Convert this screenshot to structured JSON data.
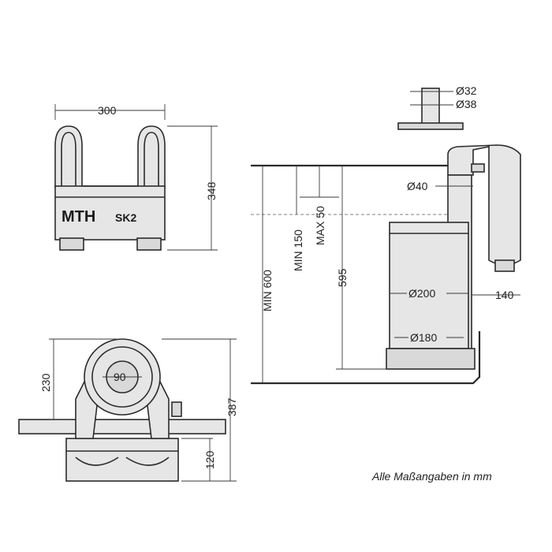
{
  "brand": {
    "name": "MTH",
    "model": "SK2"
  },
  "dimensions": {
    "width_top": "300",
    "height_top": "348",
    "front_height_upper": "230",
    "front_height_total": "387",
    "front_height_lower": "120",
    "roller_diameter": "90",
    "pipe_d32": "Ø32",
    "pipe_d38": "Ø38",
    "pipe_d40": "Ø40",
    "min_150": "MIN 150",
    "max_50": "MAX 50",
    "min_600": "MIN 600",
    "depth_595": "595",
    "tank_d200": "Ø200",
    "tank_d180": "Ø180",
    "offset_140": "140"
  },
  "note": "Alle Maßangaben in mm",
  "colors": {
    "line": "#2b2b2b",
    "fill": "#e6e6e6",
    "background": "#ffffff"
  }
}
